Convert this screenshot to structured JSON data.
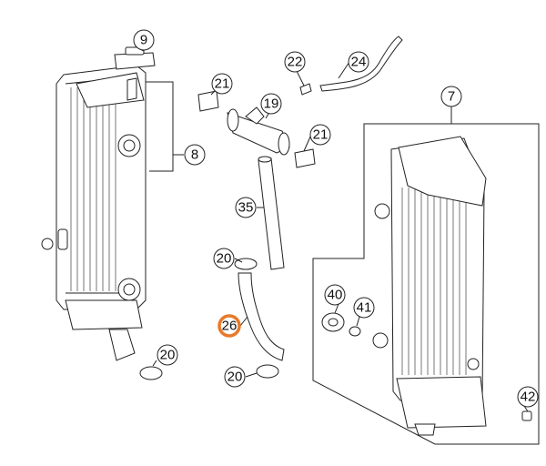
{
  "diagram": {
    "callouts": [
      {
        "id": "c9",
        "label": "9",
        "highlight": false
      },
      {
        "id": "c8",
        "label": "8",
        "highlight": false
      },
      {
        "id": "c21a",
        "label": "21",
        "highlight": false
      },
      {
        "id": "c22",
        "label": "22",
        "highlight": false
      },
      {
        "id": "c24",
        "label": "24",
        "highlight": false
      },
      {
        "id": "c19",
        "label": "19",
        "highlight": false
      },
      {
        "id": "c21b",
        "label": "21",
        "highlight": false
      },
      {
        "id": "c7",
        "label": "7",
        "highlight": false
      },
      {
        "id": "c35",
        "label": "35",
        "highlight": false
      },
      {
        "id": "c20a",
        "label": "20",
        "highlight": false
      },
      {
        "id": "c40",
        "label": "40",
        "highlight": false
      },
      {
        "id": "c41",
        "label": "41",
        "highlight": false
      },
      {
        "id": "c26",
        "label": "26",
        "highlight": true
      },
      {
        "id": "c20b",
        "label": "20",
        "highlight": false
      },
      {
        "id": "c20c",
        "label": "20",
        "highlight": false
      },
      {
        "id": "c42",
        "label": "42",
        "highlight": false
      }
    ],
    "colors": {
      "line": "#222222",
      "highlight_ring": "#e87a2a"
    }
  }
}
